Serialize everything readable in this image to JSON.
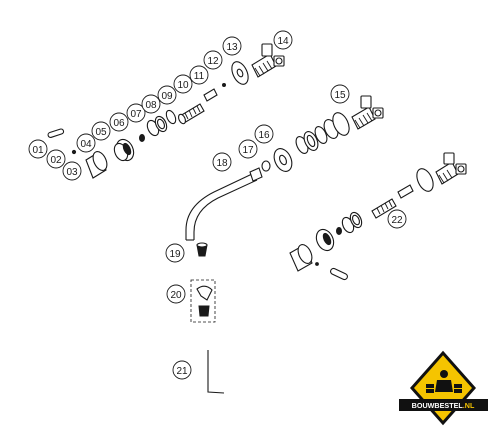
{
  "callouts": [
    {
      "id": "01",
      "label": "01"
    },
    {
      "id": "02",
      "label": "02"
    },
    {
      "id": "03",
      "label": "03"
    },
    {
      "id": "04",
      "label": "04"
    },
    {
      "id": "05",
      "label": "05"
    },
    {
      "id": "06",
      "label": "06"
    },
    {
      "id": "07",
      "label": "07"
    },
    {
      "id": "08",
      "label": "08"
    },
    {
      "id": "09",
      "label": "09"
    },
    {
      "id": "10",
      "label": "10"
    },
    {
      "id": "11",
      "label": "11"
    },
    {
      "id": "12",
      "label": "12"
    },
    {
      "id": "13",
      "label": "13"
    },
    {
      "id": "14",
      "label": "14"
    },
    {
      "id": "15",
      "label": "15"
    },
    {
      "id": "16",
      "label": "16"
    },
    {
      "id": "17",
      "label": "17"
    },
    {
      "id": "18",
      "label": "18"
    },
    {
      "id": "19",
      "label": "19"
    },
    {
      "id": "20",
      "label": "20"
    },
    {
      "id": "21",
      "label": "21"
    },
    {
      "id": "22",
      "label": "22"
    }
  ],
  "logo": {
    "brand": "BOUWBESTEL",
    "suffix": ".NL",
    "colors": {
      "yellow": "#f5c400",
      "black": "#111111"
    }
  }
}
